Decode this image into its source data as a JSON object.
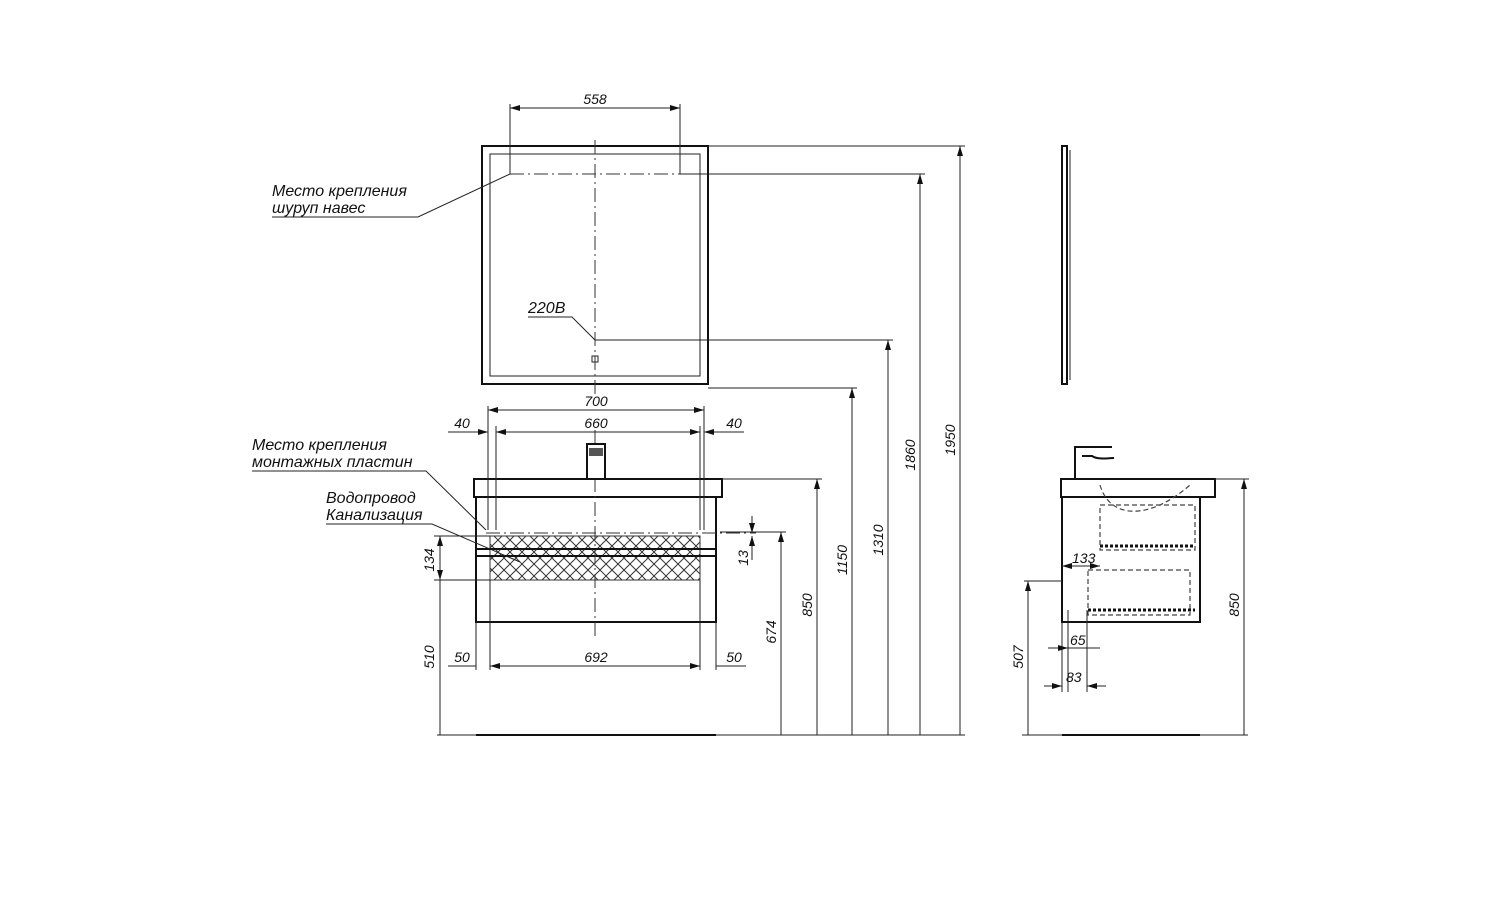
{
  "front_view": {
    "mirror": {
      "width_between_mounts": "558",
      "mount_label_line1": "Место крепления",
      "mount_label_line2": "шуруп навес",
      "power_label": "220В"
    },
    "vanity": {
      "overall_width": "700",
      "inner_width": "660",
      "left_offset_top": "40",
      "right_offset_top": "40",
      "mount_plates_label_line1": "Место крепления",
      "mount_plates_label_line2": "монтажных пластин",
      "pipes_label_line1": "Водопровод",
      "pipes_label_line2": "Канализация",
      "pipe_zone_height": "134",
      "pipe_zone_bottom_height": "510",
      "bottom_width": "692",
      "left_offset_bottom": "50",
      "right_offset_bottom": "50",
      "plate_offset": "13",
      "plate_height": "674"
    },
    "heights": [
      "850",
      "1150",
      "1310",
      "1860",
      "1950"
    ]
  },
  "side_view": {
    "depth_offset": "133",
    "pipe_offset_1": "65",
    "pipe_offset_2": "83",
    "pipe_height": "507",
    "total_height": "850"
  }
}
